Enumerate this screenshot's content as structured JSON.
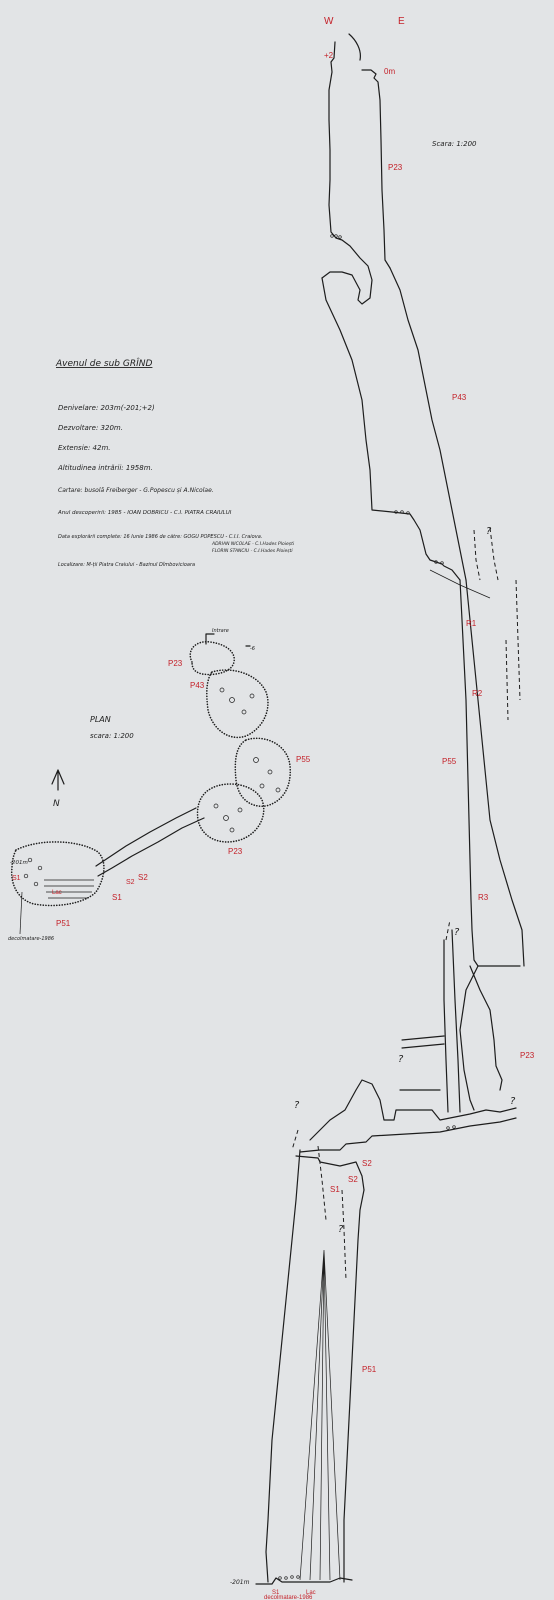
{
  "title": "Avenul de sub GRÎND",
  "info": {
    "line1": "Denivelare: 203m(-201;+2)",
    "line2": "Dezvoltare: 320m.",
    "line3": "Extensie: 42m.",
    "line4": "Altitudinea intrării: 1958m.",
    "line5": "Cartare: busolă Freiberger - G.Popescu și A.Nicolae.",
    "line6": "Anul descoperirii: 1985 - IOAN DOBRICU - C.I. PIATRA CRAIULUI",
    "line7": "Data explorării complete: 16 Iunie 1986 de către: GOGU POPESCU - C.I.I. Craiova.",
    "line8": "ADRIAN NICOLAE - C.I.Hades Ploiești",
    "line9": "FLORIN STANCIU - C.I.Hades Ploiești",
    "line10": "Localizare: M-ții Piatra Craiului - Bazinul Dîmbovicioara"
  },
  "section": {
    "compass_w": "W",
    "compass_e": "E",
    "scale": "Scara: 1:200",
    "labels": {
      "plus2": "+2",
      "zero": "0m",
      "p23_top": "P23",
      "p43": "P43",
      "r1": "R1",
      "r2": "R2",
      "p55": "P55",
      "r3": "R3",
      "p23_mid": "P23",
      "s2a": "S2",
      "s2b": "S2",
      "s1": "S1",
      "p51": "P51",
      "depth": "-201m",
      "bottom_s1": "S1",
      "lac": "Lac",
      "decolmatare": "decolmatare-1986",
      "q": "?"
    }
  },
  "plan": {
    "title": "PLAN",
    "scale": "scara: 1:200",
    "north": "N",
    "labels": {
      "intrare": "Intrare",
      "p23_top": "P23",
      "p43": "P43",
      "p55": "P55",
      "p23_mid": "P23",
      "s2": "S2",
      "s2b": "S2",
      "s1": "S1",
      "depth": "-201m",
      "s1_red": "S1",
      "lac": "Lac",
      "p51": "P51",
      "decolmatare": "decolmatare-1986",
      "minus6": "-6"
    }
  },
  "colors": {
    "paper": "#e2e4e6",
    "ink": "#1d1d1d",
    "red": "#c4222a"
  }
}
